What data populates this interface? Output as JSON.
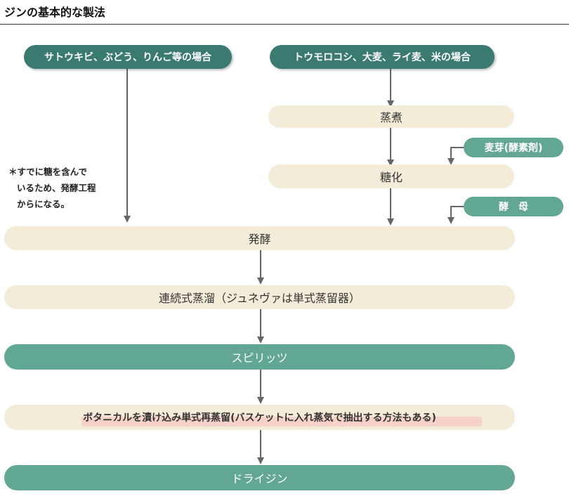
{
  "title": "ジンの基本的な製法",
  "sources": {
    "left": "サトウキビ、ぶどう、りんご等の場合",
    "right": "トウモロコシ、大麦、ライ麦、米の場合"
  },
  "steps": {
    "boil": "蒸煮",
    "saccharify": "糖化",
    "ferment": "発酵",
    "distill": "連続式蒸溜（ジュネヴァは単式蒸留器）",
    "spirits": "スピリッツ",
    "botanical": "ボタニカルを漬け込み単式再蒸留(バスケットに入れ蒸気で抽出する方法もある)",
    "drygin": "ドライジン"
  },
  "additives": {
    "malt": "麦芽(酵素剤)",
    "yeast": "酵　母"
  },
  "note": {
    "line1": "＊すでに糖を含んで",
    "line2": "いるため、発酵工程",
    "line3": "からになる。"
  },
  "colors": {
    "dark_teal": "#3b7a70",
    "teal": "#62a793",
    "beige": "#f2ecd9",
    "highlight_pink": "#f7d2c8"
  }
}
